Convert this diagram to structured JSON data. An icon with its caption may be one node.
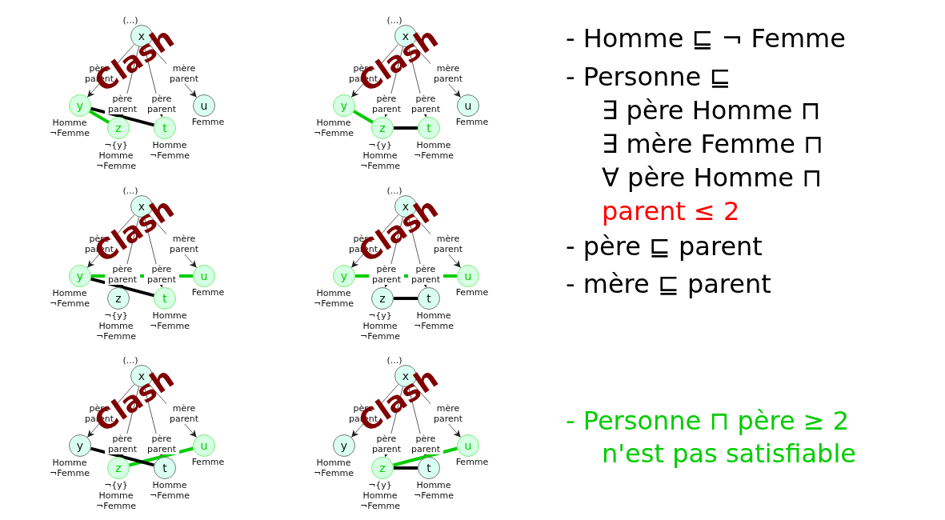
{
  "diagram": {
    "nodes": [
      {
        "text": [
          "x"
        ],
        "beside": [
          "(...)"
        ]
      },
      {
        "text": [
          "y"
        ],
        "beside": [
          "Homme ¬Femme"
        ]
      },
      {
        "text": [
          "z"
        ],
        "beside": [
          "¬{y} Homme ¬Femme"
        ]
      },
      {
        "text": [
          "t"
        ],
        "beside": [
          "Homme ¬Femme"
        ]
      },
      {
        "text": [
          "u"
        ],
        "beside": [
          "Femme"
        ]
      },
      {
        "text": [
          "x"
        ],
        "beside": [
          "(...)"
        ]
      },
      {
        "text": [
          "y"
        ],
        "beside": [
          "Homme ¬Femme"
        ]
      },
      {
        "text": [
          "z"
        ],
        "beside": [
          "¬{y} Homme ¬Femme"
        ]
      },
      {
        "text": [
          "t"
        ],
        "beside": [
          "Homme ¬Femme"
        ]
      },
      {
        "text": [
          "u"
        ],
        "beside": [
          "Femme"
        ]
      },
      {
        "text": [
          "x"
        ],
        "beside": [
          "(...)"
        ]
      },
      {
        "text": [
          "y"
        ],
        "beside": [
          "Homme ¬Femme"
        ]
      },
      {
        "text": [
          "z"
        ],
        "beside": [
          "¬{y} Homme ¬Femme"
        ]
      },
      {
        "text": [
          "t"
        ],
        "beside": [
          "Homme ¬Femme"
        ]
      },
      {
        "text": [
          "u"
        ],
        "beside": [
          "Femme"
        ]
      },
      {
        "text": [
          "x"
        ],
        "beside": [
          "(...)"
        ]
      },
      {
        "text": [
          "y"
        ],
        "beside": [
          "Homme ¬Femme"
        ]
      },
      {
        "text": [
          "z"
        ],
        "beside": [
          "¬{y} Homme ¬Femme"
        ]
      },
      {
        "text": [
          "t"
        ],
        "beside": [
          "Homme ¬Femme"
        ]
      },
      {
        "text": [
          "u"
        ],
        "beside": [
          "Femme"
        ]
      },
      {
        "text": [
          "x"
        ],
        "beside": [
          "(...)"
        ]
      },
      {
        "text": [
          "y"
        ],
        "beside": [
          "Homme ¬Femme"
        ]
      },
      {
        "text": [
          "z"
        ],
        "beside": [
          "¬{y} Homme ¬Femme"
        ]
      },
      {
        "text": [
          "t"
        ],
        "beside": [
          "Homme ¬Femme"
        ]
      },
      {
        "text": [
          "u"
        ],
        "beside": [
          "Femme"
        ]
      },
      {
        "text": [
          "x"
        ],
        "beside": [
          "(...)"
        ]
      },
      {
        "text": [
          "y"
        ],
        "beside": [
          "Homme ¬Femme"
        ]
      },
      {
        "text": [
          "z"
        ],
        "beside": [
          "¬{y} Homme ¬Femme"
        ]
      },
      {
        "text": [
          "t"
        ],
        "beside": [
          "Homme ¬Femme"
        ]
      },
      {
        "text": [
          "u"
        ],
        "beside": [
          "Femme"
        ]
      }
    ],
    "edges": [
      {
        "from": 0,
        "to": 1,
        "arrow": "to",
        "label": "père parent"
      },
      {
        "from": 0,
        "to": 2,
        "arrow": "to",
        "label": "père parent"
      },
      {
        "from": 0,
        "to": 3,
        "arrow": "to",
        "label": "père parent"
      },
      {
        "from": 0,
        "to": 4,
        "arrow": "to",
        "label": "mère parent"
      },
      {
        "from": 1,
        "to": 2,
        "arrow": "none",
        "style": "thick",
        "color": "#00cc00"
      },
      {
        "from": 1,
        "to": 3,
        "arrow": "none",
        "style": "thick"
      },
      {
        "from": 5,
        "to": 6,
        "arrow": "to",
        "label": "père parent"
      },
      {
        "from": 5,
        "to": 7,
        "arrow": "to",
        "label": "père parent"
      },
      {
        "from": 5,
        "to": 8,
        "arrow": "to",
        "label": "père parent"
      },
      {
        "from": 5,
        "to": 9,
        "arrow": "to",
        "label": "mère parent"
      },
      {
        "from": 6,
        "to": 7,
        "arrow": "none",
        "style": "thick",
        "color": "#00cc00"
      },
      {
        "from": 7,
        "to": 8,
        "arrow": "none",
        "style": "thick"
      },
      {
        "from": 10,
        "to": 11,
        "arrow": "to",
        "label": "père parent"
      },
      {
        "from": 10,
        "to": 12,
        "arrow": "to",
        "label": "père parent"
      },
      {
        "from": 10,
        "to": 13,
        "arrow": "to",
        "label": "père parent"
      },
      {
        "from": 10,
        "to": 14,
        "arrow": "to",
        "label": "mère parent"
      },
      {
        "from": 11,
        "to": 14,
        "arrow": "none",
        "style": "thick",
        "color": "#00cc00"
      },
      {
        "from": 11,
        "to": 13,
        "arrow": "none",
        "style": "thick"
      },
      {
        "from": 15,
        "to": 16,
        "arrow": "to",
        "label": "père parent"
      },
      {
        "from": 15,
        "to": 17,
        "arrow": "to",
        "label": "père parent"
      },
      {
        "from": 15,
        "to": 18,
        "arrow": "to",
        "label": "père parent"
      },
      {
        "from": 15,
        "to": 19,
        "arrow": "to",
        "label": "mère parent"
      },
      {
        "from": 16,
        "to": 19,
        "arrow": "none",
        "style": "thick",
        "color": "#00cc00"
      },
      {
        "from": 17,
        "to": 18,
        "arrow": "none",
        "style": "thick"
      },
      {
        "from": 20,
        "to": 21,
        "arrow": "to",
        "label": "père parent"
      },
      {
        "from": 20,
        "to": 22,
        "arrow": "to",
        "label": "père parent"
      },
      {
        "from": 20,
        "to": 23,
        "arrow": "to",
        "label": "père parent"
      },
      {
        "from": 20,
        "to": 24,
        "arrow": "to",
        "label": "mère parent"
      },
      {
        "from": 22,
        "to": 24,
        "arrow": "none",
        "style": "thick",
        "color": "#00cc00"
      },
      {
        "from": 21,
        "to": 23,
        "arrow": "none",
        "style": "thick"
      },
      {
        "from": 25,
        "to": 26,
        "arrow": "to",
        "label": "père parent"
      },
      {
        "from": 25,
        "to": 27,
        "arrow": "to",
        "label": "père parent"
      },
      {
        "from": 25,
        "to": 28,
        "arrow": "to",
        "label": "père parent"
      },
      {
        "from": 25,
        "to": 29,
        "arrow": "to",
        "label": "mère parent"
      },
      {
        "from": 27,
        "to": 29,
        "arrow": "none",
        "style": "thick",
        "color": "#00cc00"
      },
      {
        "from": 27,
        "to": 28,
        "arrow": "none",
        "style": "thick"
      }
    ],
    "labels": [
      "Clash",
      "Clash",
      "Clash",
      "Clash",
      "Clash",
      "Clash",
      "- Homme ⊑ ¬ Femme",
      "- Personne ⊑",
      "∃ père Homme ⊓",
      "∃ mère Femme ⊓",
      "∀ père Homme ⊓",
      "parent ≤ 2",
      "- père ⊑ parent",
      "- mère ⊑ parent",
      "- Personne ⊓ père ≥ 2",
      "n'est pas satisfiable"
    ]
  }
}
